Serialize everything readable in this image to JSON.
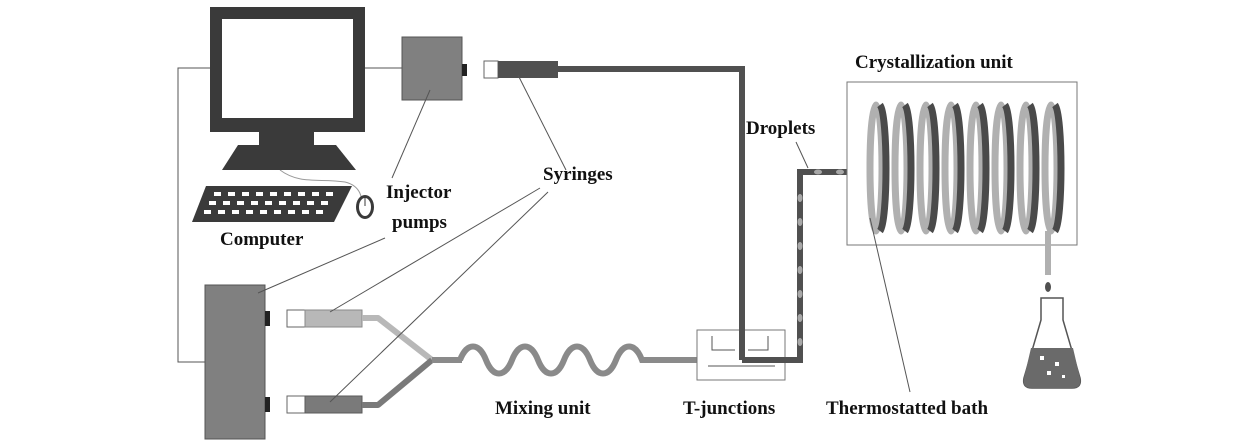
{
  "labels": {
    "computer": "Computer",
    "injector_pumps_line1": "Injector",
    "injector_pumps_line2": "pumps",
    "syringes": "Syringes",
    "crystallization_unit": "Crystallization unit",
    "droplets": "Droplets",
    "mixing_unit": "Mixing unit",
    "t_junctions": "T-junctions",
    "thermostatted_bath": "Thermostatted bath"
  },
  "colors": {
    "background": "#ffffff",
    "monitor": "#3a3a3a",
    "pump_fill": "#808080",
    "tubing_dark": "#505050",
    "tubing_mid": "#8a8a8a",
    "tubing_light": "#b8b8b8",
    "connector_wire": "#a0a0a0",
    "coil_dark": "#4a4a4a",
    "coil_light": "#b0b0b0"
  }
}
